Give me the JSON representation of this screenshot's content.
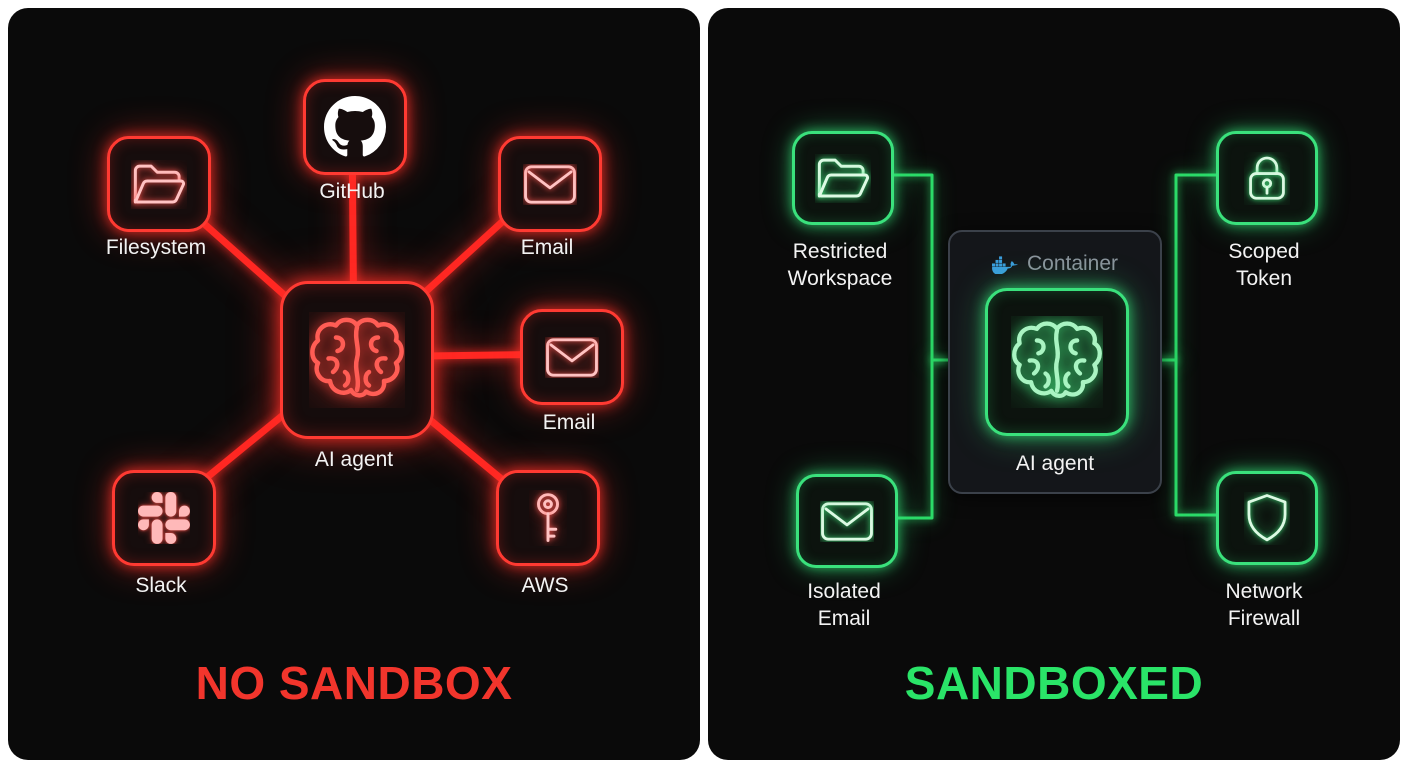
{
  "left_panel": {
    "title": "NO SANDBOX",
    "title_color": "#f2352c",
    "accent_color": "#ff2f2f",
    "agent": {
      "label": "AI agent",
      "icon": "brain-icon"
    },
    "nodes": [
      {
        "id": "filesystem",
        "label": "Filesystem",
        "icon": "folder-icon"
      },
      {
        "id": "github",
        "label": "GitHub",
        "icon": "github-icon"
      },
      {
        "id": "email-top",
        "label": "Email",
        "icon": "email-icon"
      },
      {
        "id": "email-right",
        "label": "Email",
        "icon": "email-icon"
      },
      {
        "id": "aws",
        "label": "AWS",
        "icon": "key-icon"
      },
      {
        "id": "slack",
        "label": "Slack",
        "icon": "slack-icon"
      }
    ]
  },
  "right_panel": {
    "title": "SANDBOXED",
    "title_color": "#2ae468",
    "accent_color": "#2ee06a",
    "container": {
      "label": "Container",
      "icon": "docker-icon"
    },
    "agent": {
      "label": "AI agent",
      "icon": "brain-icon"
    },
    "nodes": [
      {
        "id": "restricted-workspace",
        "lines": [
          "Restricted",
          "Workspace"
        ],
        "icon": "folder-icon"
      },
      {
        "id": "scoped-token",
        "lines": [
          "Scoped",
          "Token"
        ],
        "icon": "lock-icon"
      },
      {
        "id": "isolated-email",
        "lines": [
          "Isolated",
          "Email"
        ],
        "icon": "email-icon"
      },
      {
        "id": "network-firewall",
        "lines": [
          "Network",
          "Firewall"
        ],
        "icon": "shield-icon"
      }
    ]
  }
}
